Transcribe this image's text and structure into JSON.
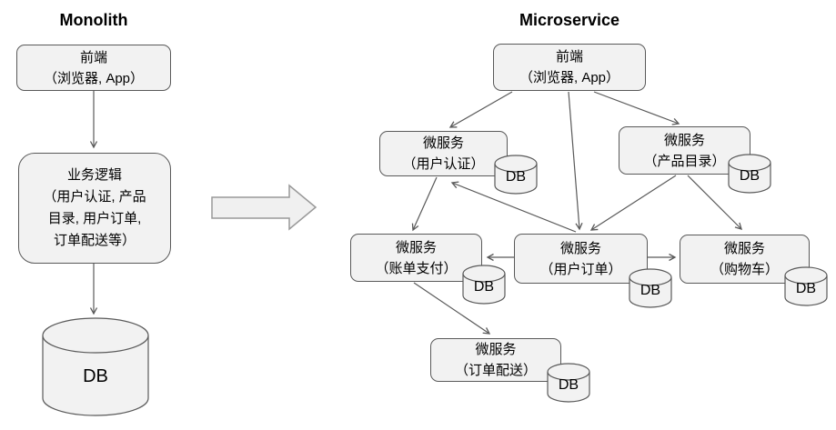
{
  "monolith": {
    "title": "Monolith",
    "frontend": {
      "line1": "前端",
      "line2": "（浏览器, App）"
    },
    "logic": {
      "line1": "业务逻辑",
      "line2": "（用户认证, 产品",
      "line3": "目录, 用户订单,",
      "line4": "订单配送等）"
    },
    "db_label": "DB"
  },
  "microservice": {
    "title": "Microservice",
    "frontend": {
      "line1": "前端",
      "line2": "（浏览器, App）"
    },
    "services": [
      {
        "name": "auth",
        "line1": "微服务",
        "line2": "（用户认证）",
        "db_label": "DB"
      },
      {
        "name": "catalog",
        "line1": "微服务",
        "line2": "（产品目录）",
        "db_label": "DB"
      },
      {
        "name": "billing",
        "line1": "微服务",
        "line2": "（账单支付）",
        "db_label": "DB"
      },
      {
        "name": "orders",
        "line1": "微服务",
        "line2": "（用户订单）",
        "db_label": "DB"
      },
      {
        "name": "cart",
        "line1": "微服务",
        "line2": "（购物车）",
        "db_label": "DB"
      },
      {
        "name": "shipping",
        "line1": "微服务",
        "line2": "（订单配送）",
        "db_label": "DB"
      }
    ]
  },
  "colors": {
    "node_fill": "#f2f2f2",
    "node_border": "#595959",
    "connector": "#595959",
    "text": "#000000",
    "background": "#ffffff"
  }
}
